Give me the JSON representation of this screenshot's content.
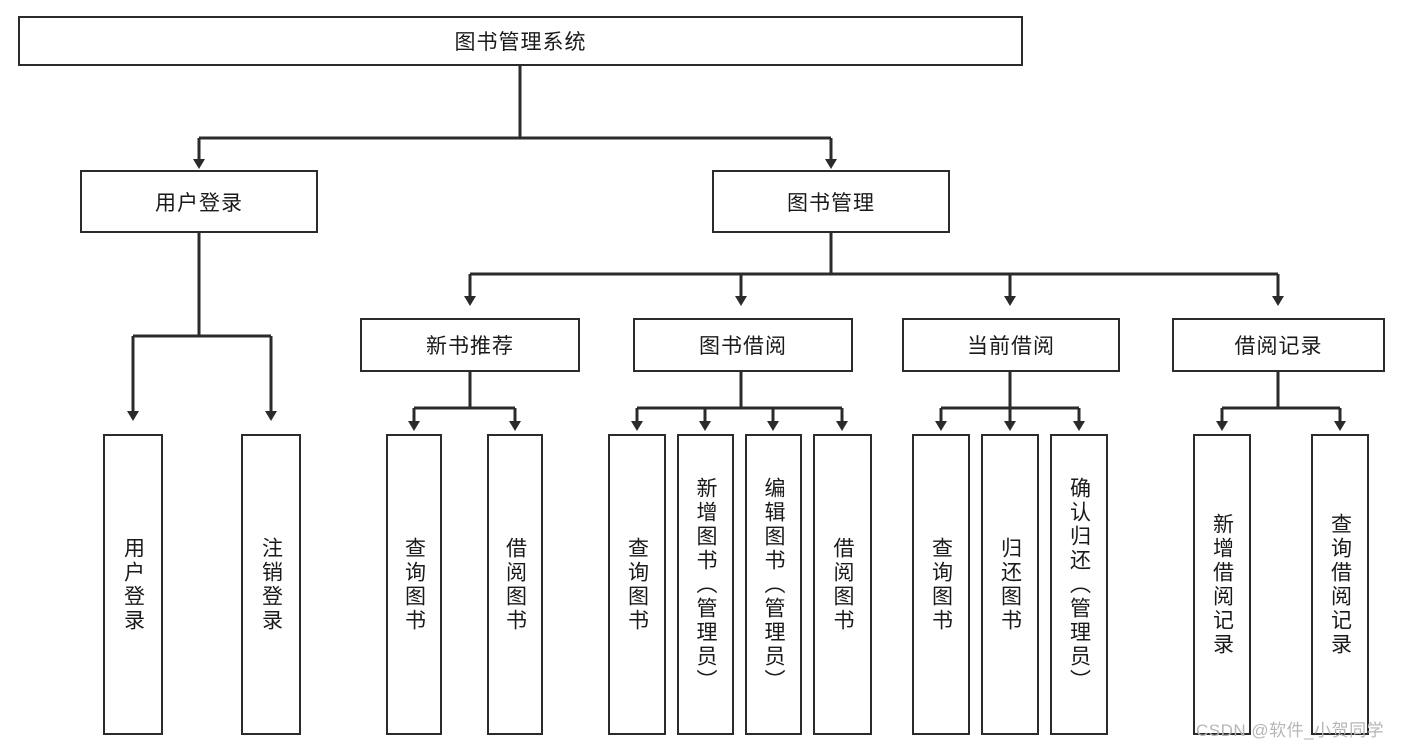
{
  "diagram": {
    "title_node": {
      "label": "图书管理系统"
    },
    "level2": [
      {
        "id": "user-login",
        "label": "用户登录"
      },
      {
        "id": "book-management",
        "label": "图书管理"
      }
    ],
    "level3": [
      {
        "id": "new-book-recommend",
        "label": "新书推荐"
      },
      {
        "id": "book-borrow",
        "label": "图书借阅"
      },
      {
        "id": "current-borrow",
        "label": "当前借阅"
      },
      {
        "id": "borrow-record",
        "label": "借阅记录"
      }
    ],
    "leaves": {
      "user_login": [
        {
          "id": "leaf-user-login",
          "label": "用户登录"
        },
        {
          "id": "leaf-logout-login",
          "label": "注销登录"
        }
      ],
      "new_book_recommend": [
        {
          "id": "leaf-query-book-1",
          "label": "查询图书"
        },
        {
          "id": "leaf-borrow-book-1",
          "label": "借阅图书"
        }
      ],
      "book_borrow": [
        {
          "id": "leaf-query-book-2",
          "label": "查询图书"
        },
        {
          "id": "leaf-add-book",
          "label": "新增图书（管理员）"
        },
        {
          "id": "leaf-edit-book",
          "label": "编辑图书（管理员）"
        },
        {
          "id": "leaf-borrow-book-2",
          "label": "借阅图书"
        }
      ],
      "current_borrow": [
        {
          "id": "leaf-query-book-3",
          "label": "查询图书"
        },
        {
          "id": "leaf-return-book",
          "label": "归还图书"
        },
        {
          "id": "leaf-confirm-return",
          "label": "确认归还（管理员）"
        }
      ],
      "borrow_record": [
        {
          "id": "leaf-add-record",
          "label": "新增借阅记录"
        },
        {
          "id": "leaf-query-record",
          "label": "查询借阅记录"
        }
      ]
    },
    "watermark": {
      "text": "CSDN @软件_小贺同学"
    },
    "colors": {
      "stroke": "#2b2b2b",
      "fill": "#ffffff",
      "text": "#1a1a1a",
      "watermark": "#b6b6b6"
    }
  }
}
